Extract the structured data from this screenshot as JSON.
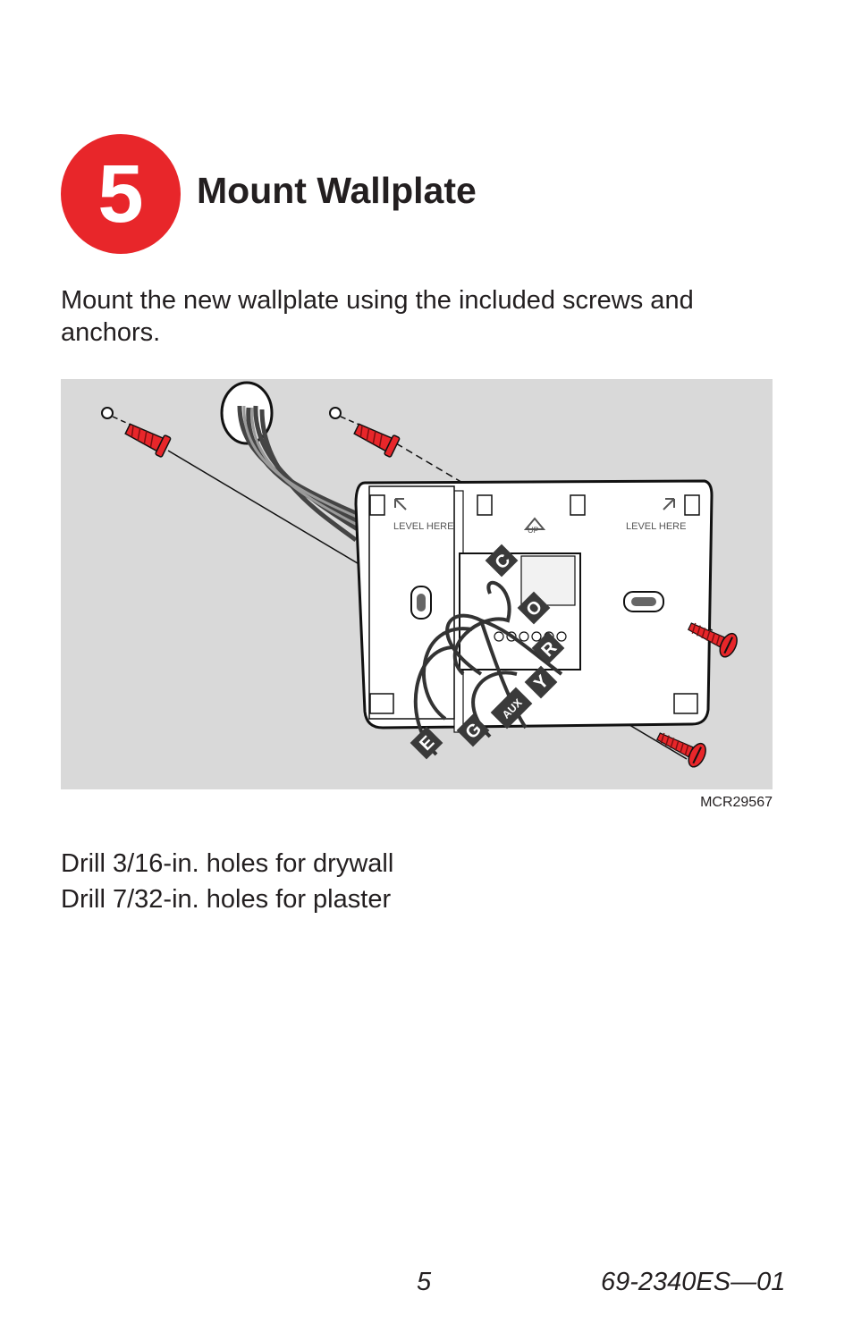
{
  "step": {
    "number": "5",
    "title": "Mount Wallplate"
  },
  "intro_text": "Mount the new wallplate using the included screws and anchors.",
  "figure": {
    "id": "MCR29567",
    "plate_labels": {
      "level_left": "LEVEL HERE",
      "level_right": "LEVEL HERE",
      "up": "UP"
    },
    "wire_tags": [
      "C",
      "O",
      "R",
      "Y",
      "AUX",
      "G",
      "E"
    ],
    "colors": {
      "background": "#d9d9d9",
      "anchor_screw_red": "#e8262a",
      "wire_tag": "#3a3a3a",
      "step_badge": "#e8262a"
    }
  },
  "drill_notes": [
    "Drill 3/16-in. holes for drywall",
    "Drill 7/32-in. holes for plaster"
  ],
  "footer": {
    "page_number": "5",
    "doc_number": "69-2340ES—01"
  }
}
